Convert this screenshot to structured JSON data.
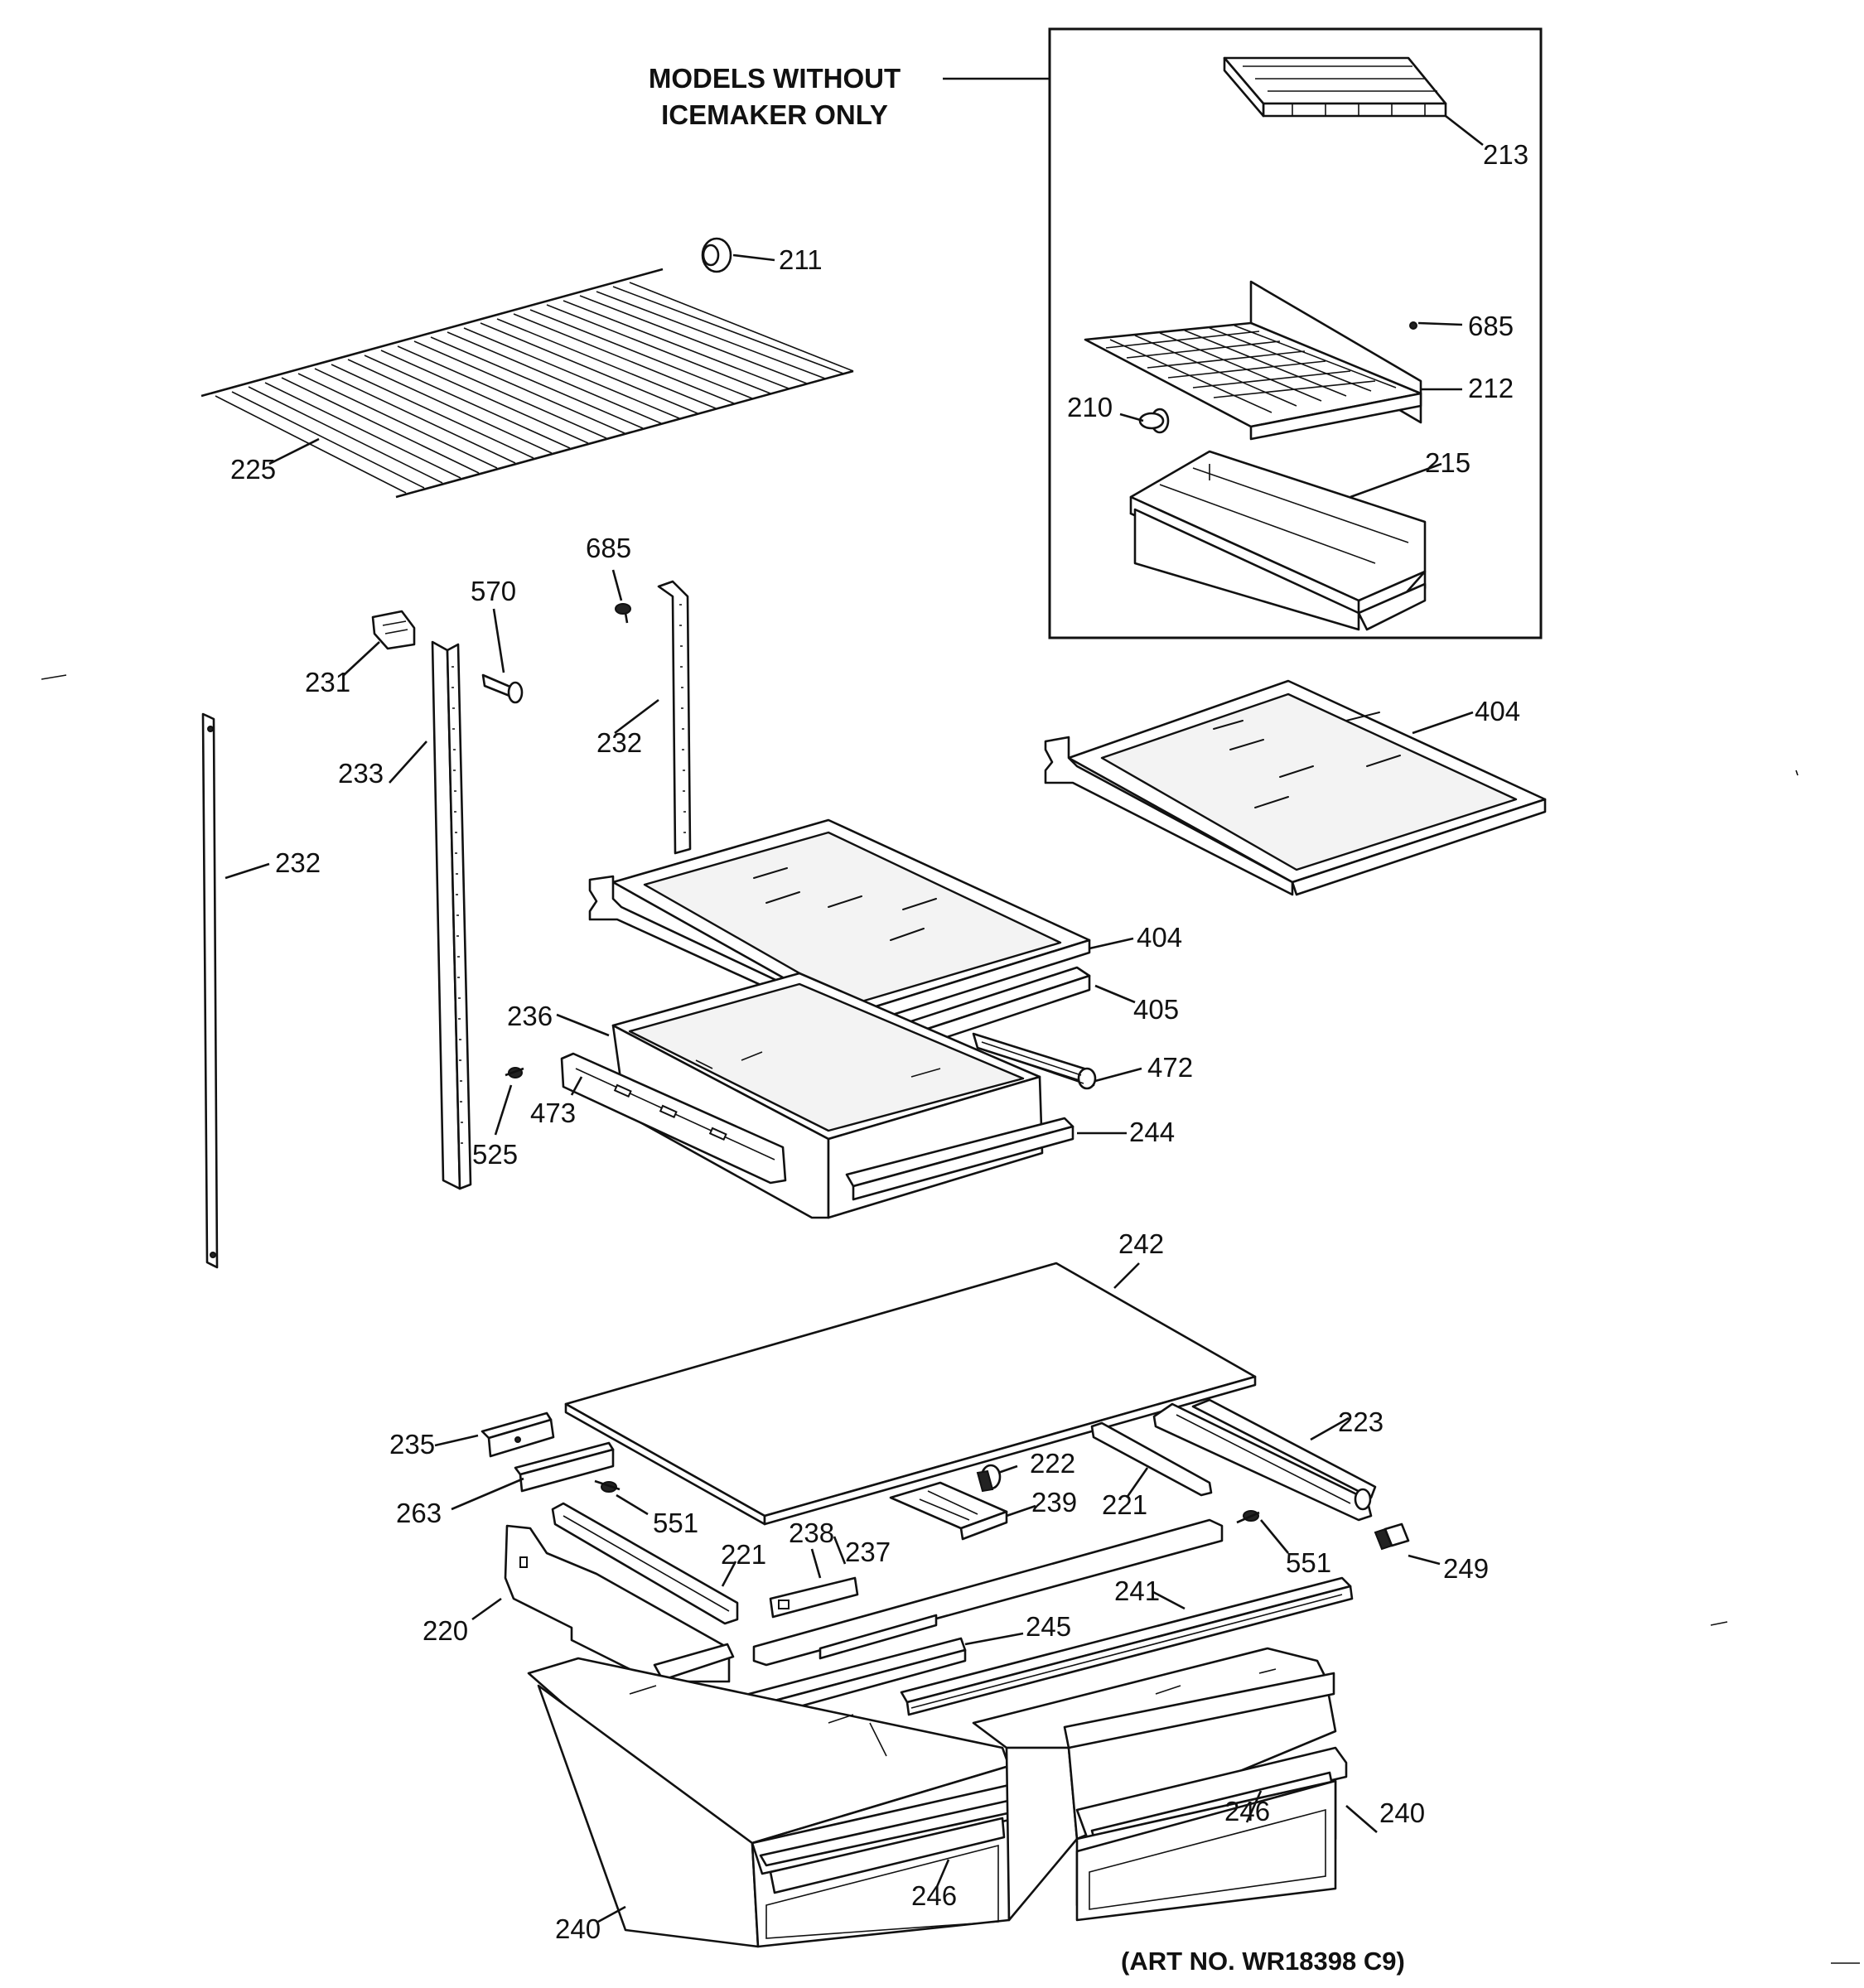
{
  "inset": {
    "title_line1": "MODELS WITHOUT",
    "title_line2": "ICEMAKER ONLY"
  },
  "art_no": "(ART NO. WR18398 C9)",
  "labels": {
    "p213": "213",
    "p211": "211",
    "p685a": "685",
    "p212": "212",
    "p210": "210",
    "p215": "215",
    "p225": "225",
    "p685b": "685",
    "p570": "570",
    "p231": "231",
    "p232a": "232",
    "p233": "233",
    "p232b": "232",
    "p404a": "404",
    "p404b": "404",
    "p405": "405",
    "p236": "236",
    "p472": "472",
    "p473": "473",
    "p525": "525",
    "p244": "244",
    "p242": "242",
    "p235": "235",
    "p223": "223",
    "p222": "222",
    "p239": "239",
    "p221a": "221",
    "p263": "263",
    "p551a": "551",
    "p221b": "221",
    "p238": "238",
    "p237": "237",
    "p551b": "551",
    "p249": "249",
    "p220": "220",
    "p241": "241",
    "p245": "245",
    "p246a": "246",
    "p240a": "240",
    "p246b": "246",
    "p240b": "240"
  }
}
